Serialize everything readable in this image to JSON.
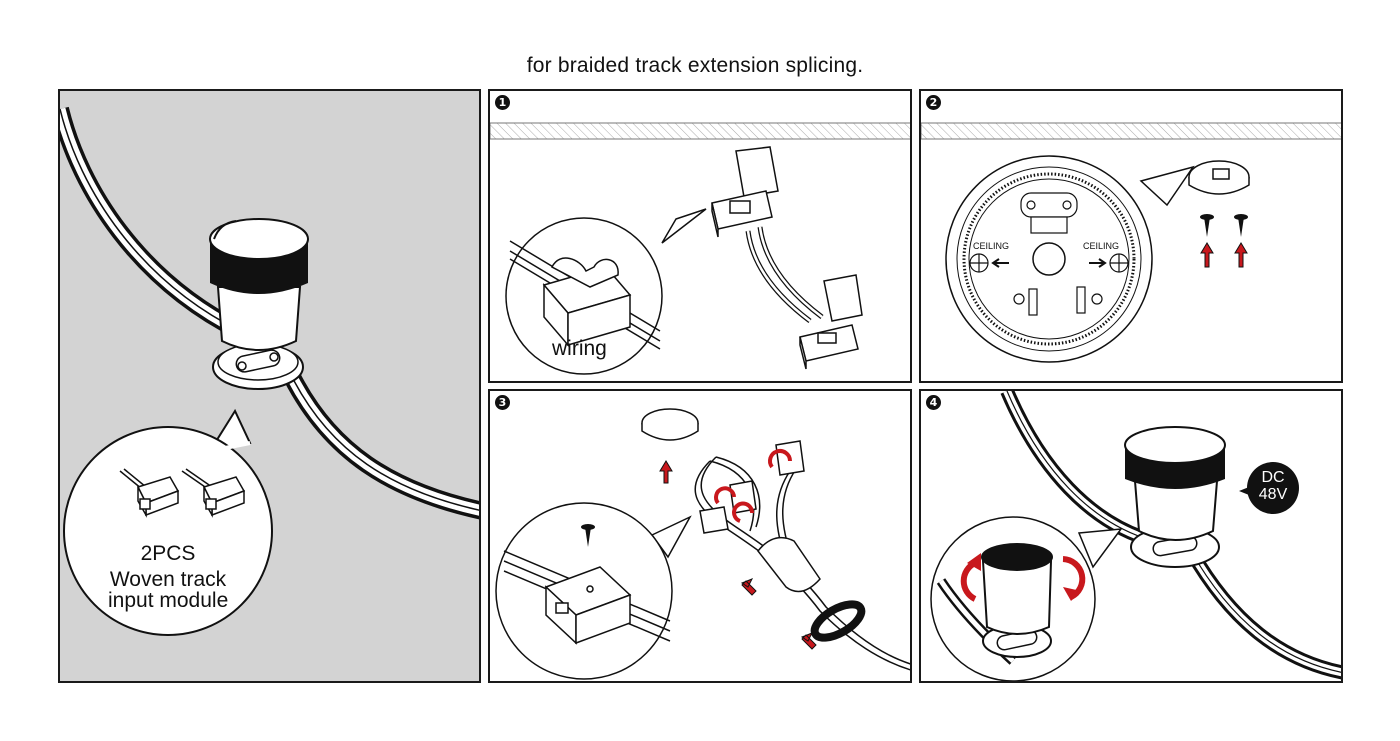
{
  "title": "for braided track extension splicing.",
  "main_panel": {
    "quantity": "2PCS",
    "line1": "Woven track",
    "line2": "input module"
  },
  "step1": {
    "number": "1",
    "label": "wiring"
  },
  "step2": {
    "number": "2",
    "ceiling_left": "CEILING",
    "ceiling_right": "CEILING"
  },
  "step3": {
    "number": "3"
  },
  "step4": {
    "number": "4",
    "badge_line1": "DC",
    "badge_line2": "48V"
  },
  "colors": {
    "arrow": "#c8181d",
    "line": "#1a1a1a",
    "gray_bg": "#d3d3d3"
  }
}
